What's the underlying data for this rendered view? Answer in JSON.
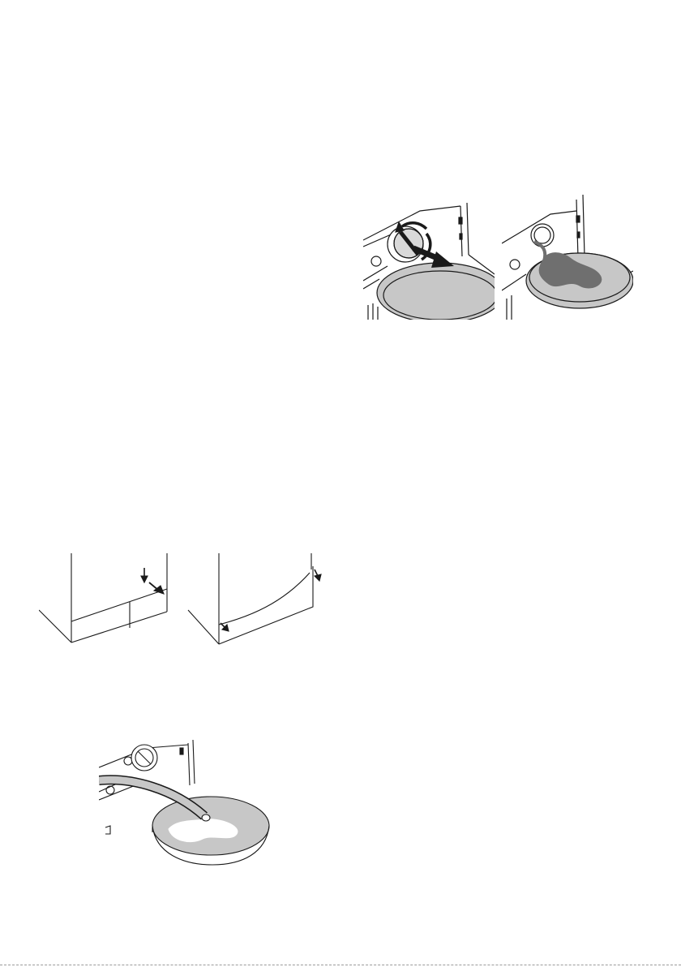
{
  "page": {
    "illustrations": [
      {
        "id": "fig-filter-removal",
        "icon": "drain-filter-unscrew-illustration"
      },
      {
        "id": "fig-water-in-bowl",
        "icon": "water-collected-in-bowl-illustration"
      },
      {
        "id": "fig-panel-removal",
        "icon": "lower-panel-removal-illustration"
      },
      {
        "id": "fig-drain-hose",
        "icon": "emergency-drain-hose-illustration"
      }
    ],
    "colors": {
      "line": "#1a1a1a",
      "bowl_fill": "#c7c7c7",
      "water_dark": "#6f6f6f",
      "water_light": "#ffffff"
    }
  }
}
